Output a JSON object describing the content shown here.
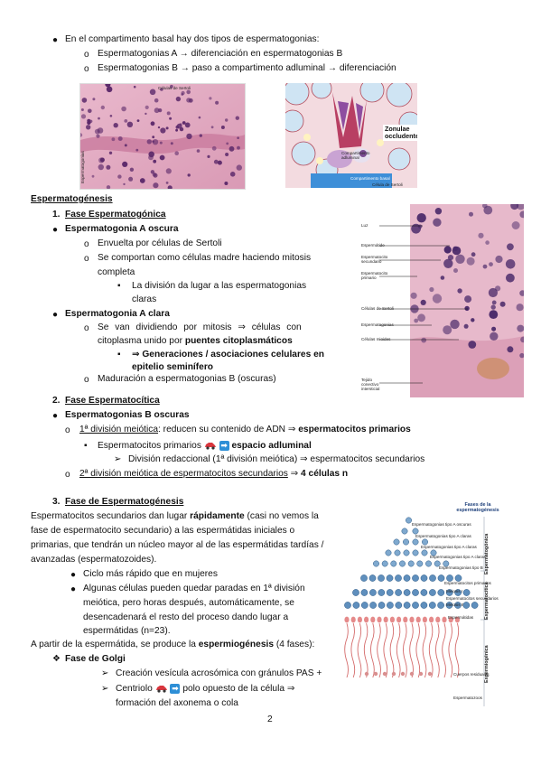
{
  "top": {
    "l1": "En el compartimento basal hay dos tipos de espermatogonias:",
    "l2": "Espermatogonias A → diferenciación en espermatogonias B",
    "l3": "Espermatogonias B → paso a compartimento adluminal → diferenciación"
  },
  "fig1": {
    "label": "Células de Sertoli",
    "side": "Espermatogonias"
  },
  "fig2": {
    "zonulae": "Zonulae occludentes",
    "comp_adl": "Compartimento adluminal",
    "comp_basal": "Compartimento basal",
    "sertoli": "Célula de Sertoli"
  },
  "fig3": {
    "labels": [
      "Luz",
      "Espermátide",
      "Espermatocito secundario",
      "Espermatocito primario",
      "Células de Sertoli",
      "Espermatogonias",
      "Células mioides",
      "Tejido conectivo intersticial"
    ]
  },
  "sec": {
    "title": "Espermatogénesis",
    "f1_num": "1.",
    "f1": "Fase Espermatogónica",
    "a_oscura": "Espermatogonia A oscura",
    "a1": "Envuelta por células de Sertoli",
    "a2a": "Se comportan como células madre haciendo mitosis",
    "a2b": "completa",
    "a3a": "La división da lugar a las espermatogonias",
    "a3b": "claras",
    "a_clara": "Espermatogonia A clara",
    "c1a": "Se van dividiendo por mitosis ⇒ células con",
    "c1b_pre": "citoplasma unido por ",
    "c1b_bold": "puentes citoplasmáticos",
    "c2a": "⇒ Generaciones / asociaciones celulares en",
    "c2b": "epitelio seminífero",
    "c3": "Maduración a espermatogonias B (oscuras)",
    "f2_num": "2.",
    "f2": "Fase Espermatocítica",
    "b_oscuras": "Espermatogonias B oscuras",
    "m1_u": "1ª división meiótica",
    "m1_rest": ": reducen su contenido de ADN ⇒ ",
    "m1_bold": "espermatocitos primarios",
    "ep_pre": "Espermatocitos primarios",
    "ep_bold": "espacio adluminal",
    "div_red": "División redaccional (1ª división meiótica) ⇒ espermatocitos secundarios",
    "m2_u": "2ª división meiótica de espermatocitos secundarios",
    "m2_rest": " ⇒ ",
    "m2_bold": "4 células n",
    "f3_num": "3.",
    "f3": "Fase de Espermatogénesis",
    "p1_pre": "Espermatocitos secundarios dan lugar ",
    "p1_bold": "rápidamente",
    "p1_post": " (casi no vemos la",
    "p2": "fase de espermatocito secundario) a las espermátidas iniciales o",
    "p3": "primarias, que tendrán un núcleo mayor al de las espermátidas tardías /",
    "p4": "avanzadas (espermatozoides).",
    "b1": "Ciclo más rápido que en mujeres",
    "b2a": "Algunas células pueden quedar paradas en 1ª división",
    "b2b": "meiótica, pero horas después, automáticamente, se",
    "b2c": "desencadenará el resto del proceso dando lugar a",
    "b2d": "espermátidas (n=23).",
    "p5_pre": "A partir de la espermátida, se produce la ",
    "p5_bold": "espermiogénesis",
    "p5_post": " (4 fases):",
    "golgi": "Fase de Golgi",
    "g1": "Creación vesícula acrosómica con gránulos PAS +",
    "g2_pre": "Centriolo",
    "g2_post": "polo opuesto de la célula ⇒",
    "g3": "formación del axonema o cola"
  },
  "diagram": {
    "title": "Fases de la espermatogénesis",
    "f_gon": "Espermatogónica",
    "f_cit": "Espermatocítica",
    "f_mio": "Espermiogénica",
    "rows": [
      "Espermatogonias tipo A oscuras",
      "Espermatogonias tipo A claras",
      "Espermatogonias tipo A claras",
      "Espermatogonias tipo A claras",
      "Espermatogonias tipo B",
      "Espermatocitos primarios",
      "Meiosis I",
      "Espermatocitos secundarios",
      "Meiosis II",
      "Espermátidas",
      "Cuerpos residuales",
      "Espermatozoos"
    ]
  },
  "page_number": "2",
  "icons": {
    "bullet": "●",
    "circle": "o",
    "square": "▪",
    "triangle": "➢",
    "diamond": "❖"
  }
}
